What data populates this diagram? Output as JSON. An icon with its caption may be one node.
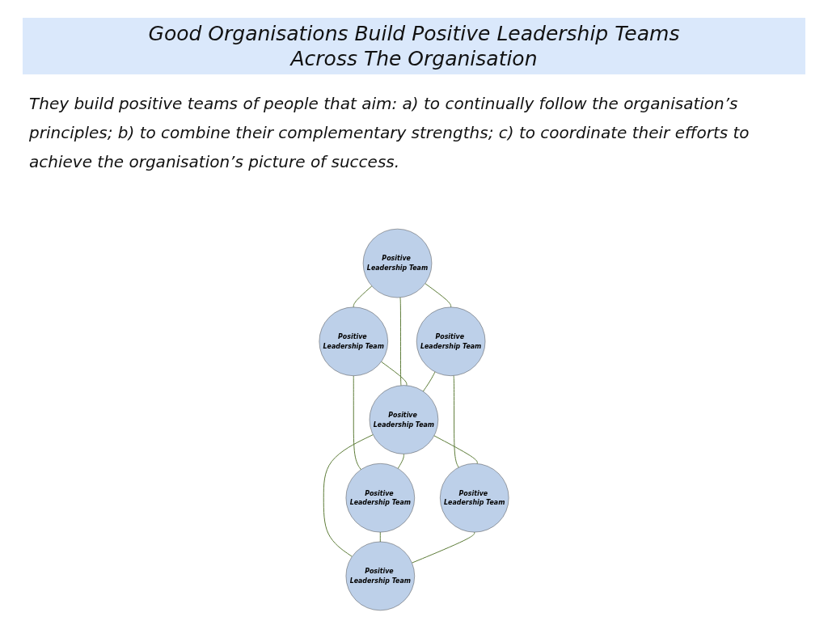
{
  "diagram": {
    "title": "Good Organisations Build Positive Leadership Teams Across The Organisation",
    "nodes": [
      {
        "text": [
          "Positive Leadership Team"
        ]
      },
      {
        "text": [
          "Positive Leadership Team"
        ]
      },
      {
        "text": [
          "Positive Leadership Team"
        ]
      },
      {
        "text": [
          "Positive Leadership Team"
        ]
      },
      {
        "text": [
          "Positive Leadership Team"
        ]
      },
      {
        "text": [
          "Positive Leadership Team"
        ]
      },
      {
        "text": [
          "Positive Leadership Team"
        ]
      }
    ],
    "edges": [
      {
        "from": 0,
        "to": 1,
        "arrow": "none"
      },
      {
        "from": 0,
        "to": 2,
        "arrow": "none"
      },
      {
        "from": 0,
        "to": 3,
        "arrow": "none"
      },
      {
        "from": 1,
        "to": 3,
        "arrow": "none"
      },
      {
        "from": 1,
        "to": 4,
        "arrow": "none"
      },
      {
        "from": 2,
        "to": 3,
        "arrow": "none"
      },
      {
        "from": 3,
        "to": 4,
        "arrow": "none"
      },
      {
        "from": 2,
        "to": 5,
        "arrow": "none"
      },
      {
        "from": 3,
        "to": 5,
        "arrow": "none"
      },
      {
        "from": 3,
        "to": 6,
        "arrow": "none"
      },
      {
        "from": 4,
        "to": 6,
        "arrow": "none"
      },
      {
        "from": 5,
        "to": 6,
        "arrow": "none"
      }
    ],
    "labels": [
      "They build positive teams of people that aim: a) to continually follow the organisation’s principles; b) to combine their complementary strengths; c) to coordinate their efforts to achieve the organisation’s picture of success."
    ]
  }
}
